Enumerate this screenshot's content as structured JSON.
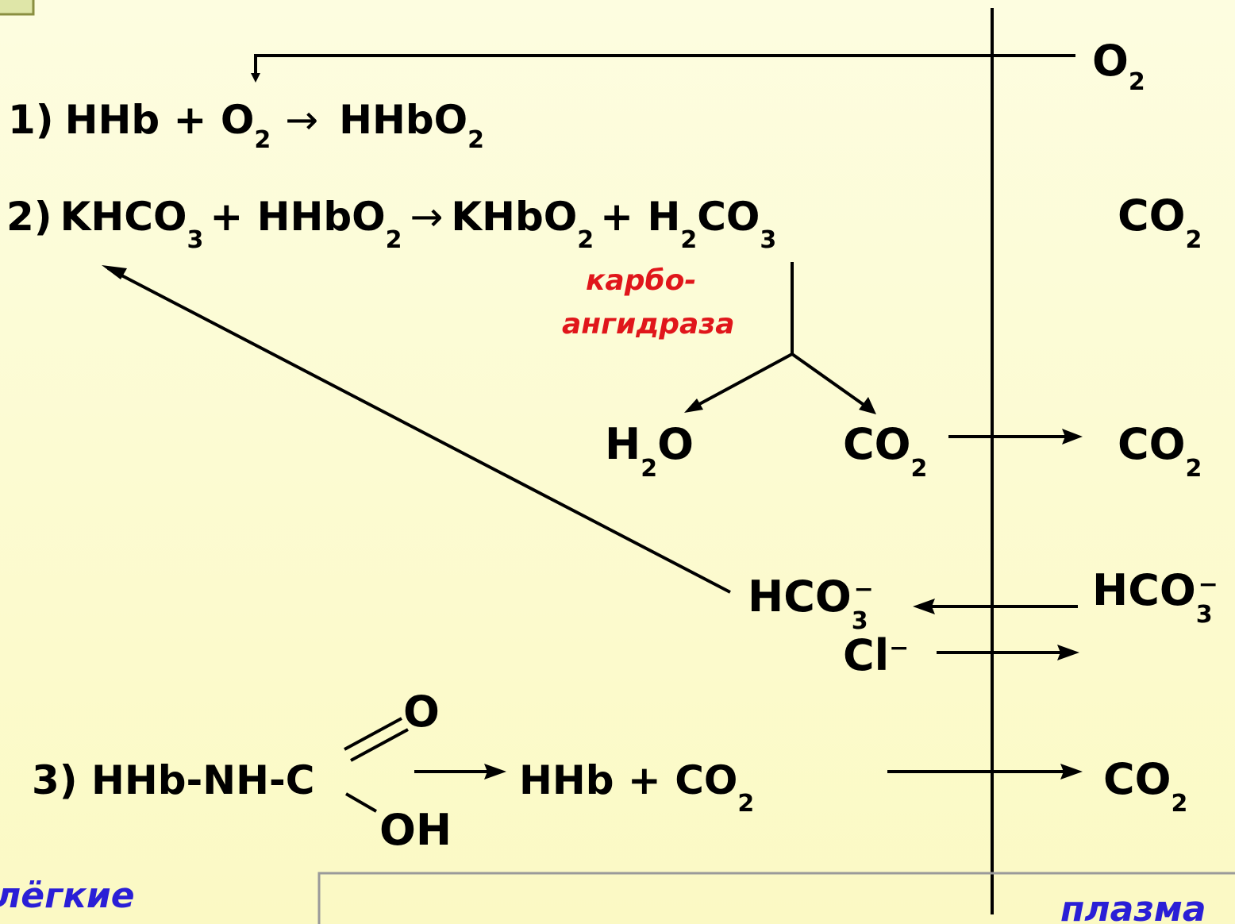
{
  "nav_button": {
    "label": ""
  },
  "plasma_species": {
    "o2_top": {
      "main": "O",
      "sub": "2"
    },
    "co2_r1": {
      "main": "CO",
      "sub": "2"
    },
    "co2_r2": {
      "main": "CO",
      "sub": "2"
    },
    "hco3": {
      "main": "HCO",
      "sub": "3",
      "sup": "−"
    },
    "co2_r4": {
      "main": "CO",
      "sub": "2"
    }
  },
  "eq1": {
    "num": "1)",
    "a": "HHb + O",
    "a_sub": "2",
    "arrow": "→",
    "b": "HHbO",
    "b_sub": "2"
  },
  "eq2": {
    "num": "2)",
    "a": "KHCO",
    "a_sub": "3",
    "plus1": "+ HHbO",
    "plus1_sub": "2",
    "arrow": "→",
    "b": "KHbO",
    "b_sub": "2",
    "plus2": "+ H",
    "plus2_sub": "2",
    "c": "CO",
    "c_sub": "3"
  },
  "enzyme": {
    "line1": "карбо-",
    "line2": "ангидраза"
  },
  "products": {
    "h2o": {
      "a": "H",
      "sub": "2",
      "b": "O"
    },
    "co2": {
      "main": "CO",
      "sub": "2"
    }
  },
  "exchange": {
    "hco3": {
      "main": "HCO",
      "sub": "3",
      "sup": "−"
    },
    "cl": {
      "main": "Cl",
      "sup": "−"
    }
  },
  "eq3": {
    "lhs": "3) HHb-NH-C",
    "o": "O",
    "oh": "OH",
    "rhs": "HHb  +  CO",
    "rhs_sub": "2"
  },
  "labels": {
    "lungs": "лёгкие",
    "plasma": "плазма"
  }
}
